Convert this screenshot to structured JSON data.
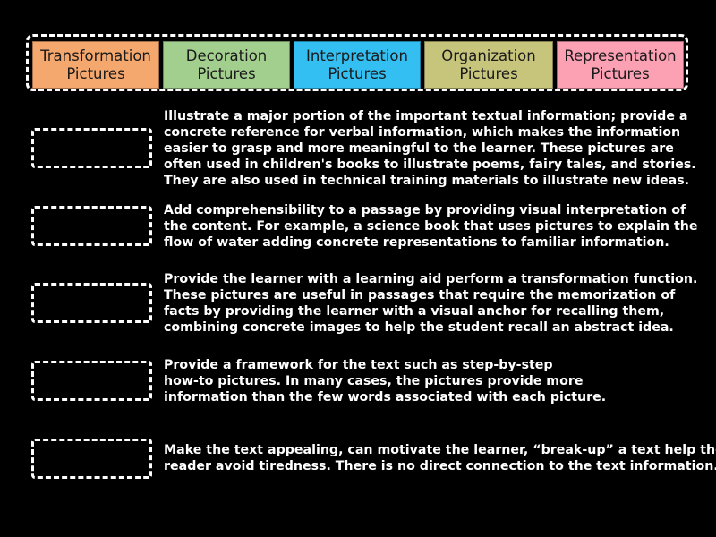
{
  "categories": [
    {
      "line1": "Transformation",
      "line2": "Pictures",
      "color": "#f5a86e"
    },
    {
      "line1": "Decoration",
      "line2": "Pictures",
      "color": "#a3cf8e"
    },
    {
      "line1": "Interpretation",
      "line2": "Pictures",
      "color": "#33bff2"
    },
    {
      "line1": "Organization",
      "line2": "Pictures",
      "color": "#c7c47b"
    },
    {
      "line1": "Representation",
      "line2": "Pictures",
      "color": "#fca0b4"
    }
  ],
  "descriptions": [
    {
      "lines": [
        "Illustrate a major portion of the important textual information; provide a",
        "concrete reference for verbal information, which makes the information",
        "easier to grasp and more meaningful to the learner. These pictures are",
        "often used in children's books to illustrate poems, fairy tales, and stories.",
        "They are also used in technical training materials to illustrate new ideas."
      ]
    },
    {
      "lines": [
        "Add comprehensibility to a passage by providing visual interpretation of",
        "the content. For example, a science book that uses pictures to explain the",
        "flow of water adding concrete representations to familiar information."
      ]
    },
    {
      "lines": [
        "Provide the learner with a learning aid perform a transformation function.",
        "These pictures are useful in passages that require the memorization of",
        "facts by providing the learner with a visual anchor for recalling them,",
        "combining concrete images to help the student recall an abstract idea."
      ]
    },
    {
      "lines": [
        "Provide a framework for the text such as step-by-step",
        "how-to pictures. In many cases, the pictures provide more",
        "information than the few words associated with each picture."
      ]
    },
    {
      "lines": [
        "Make the text appealing, can motivate the learner, “break-up” a text help the",
        "reader avoid tiredness. There is no direct connection to the text information."
      ]
    }
  ]
}
